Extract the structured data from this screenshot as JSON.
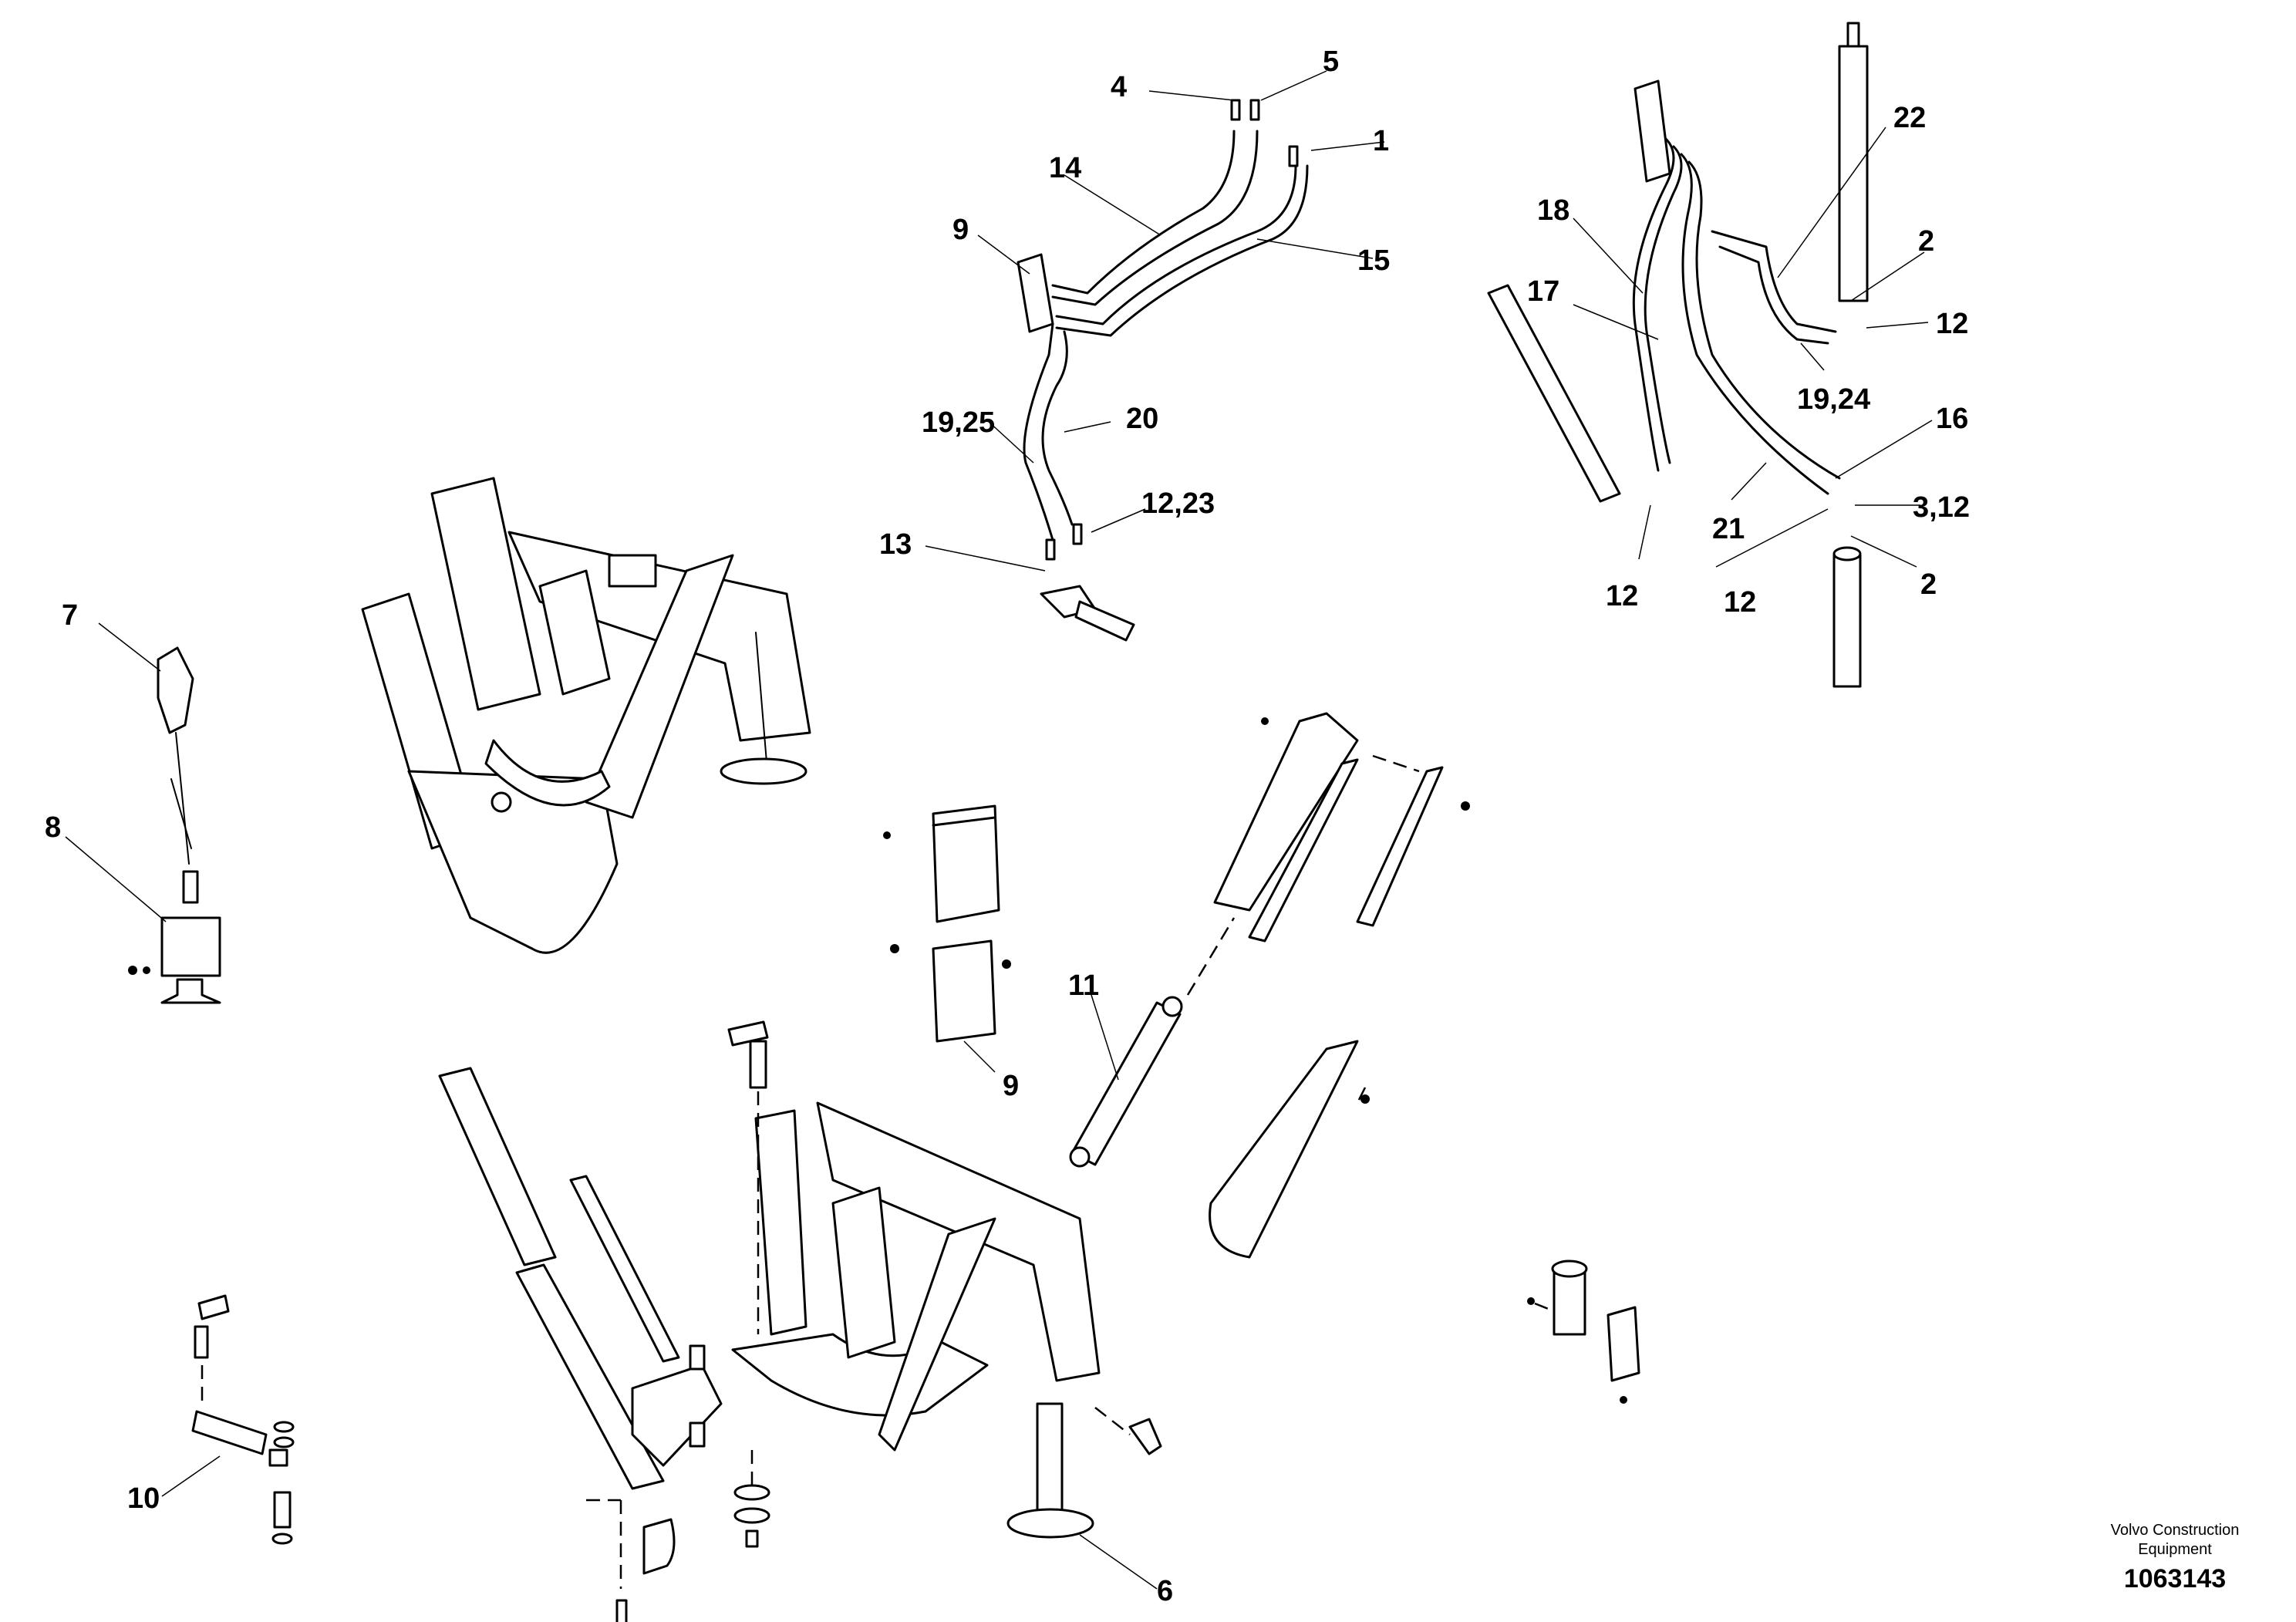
{
  "callouts": [
    {
      "id": "c1",
      "label": "1"
    },
    {
      "id": "c2a",
      "label": "2"
    },
    {
      "id": "c2b",
      "label": "2"
    },
    {
      "id": "c3_12",
      "label": "3,12"
    },
    {
      "id": "c4",
      "label": "4"
    },
    {
      "id": "c5",
      "label": "5"
    },
    {
      "id": "c6",
      "label": "6"
    },
    {
      "id": "c7",
      "label": "7"
    },
    {
      "id": "c8",
      "label": "8"
    },
    {
      "id": "c9a",
      "label": "9"
    },
    {
      "id": "c9b",
      "label": "9"
    },
    {
      "id": "c10",
      "label": "10"
    },
    {
      "id": "c11",
      "label": "11"
    },
    {
      "id": "c12a",
      "label": "12"
    },
    {
      "id": "c12b",
      "label": "12"
    },
    {
      "id": "c12c",
      "label": "12"
    },
    {
      "id": "c12_23",
      "label": "12,23"
    },
    {
      "id": "c13",
      "label": "13"
    },
    {
      "id": "c14",
      "label": "14"
    },
    {
      "id": "c15",
      "label": "15"
    },
    {
      "id": "c16",
      "label": "16"
    },
    {
      "id": "c17",
      "label": "17"
    },
    {
      "id": "c18",
      "label": "18"
    },
    {
      "id": "c19_24",
      "label": "19,24"
    },
    {
      "id": "c19_25",
      "label": "19,25"
    },
    {
      "id": "c20",
      "label": "20"
    },
    {
      "id": "c21",
      "label": "21"
    },
    {
      "id": "c22",
      "label": "22"
    }
  ],
  "footer": {
    "brand_line1": "Volvo Construction",
    "brand_line2": "Equipment",
    "drawing_number": "1063143"
  }
}
